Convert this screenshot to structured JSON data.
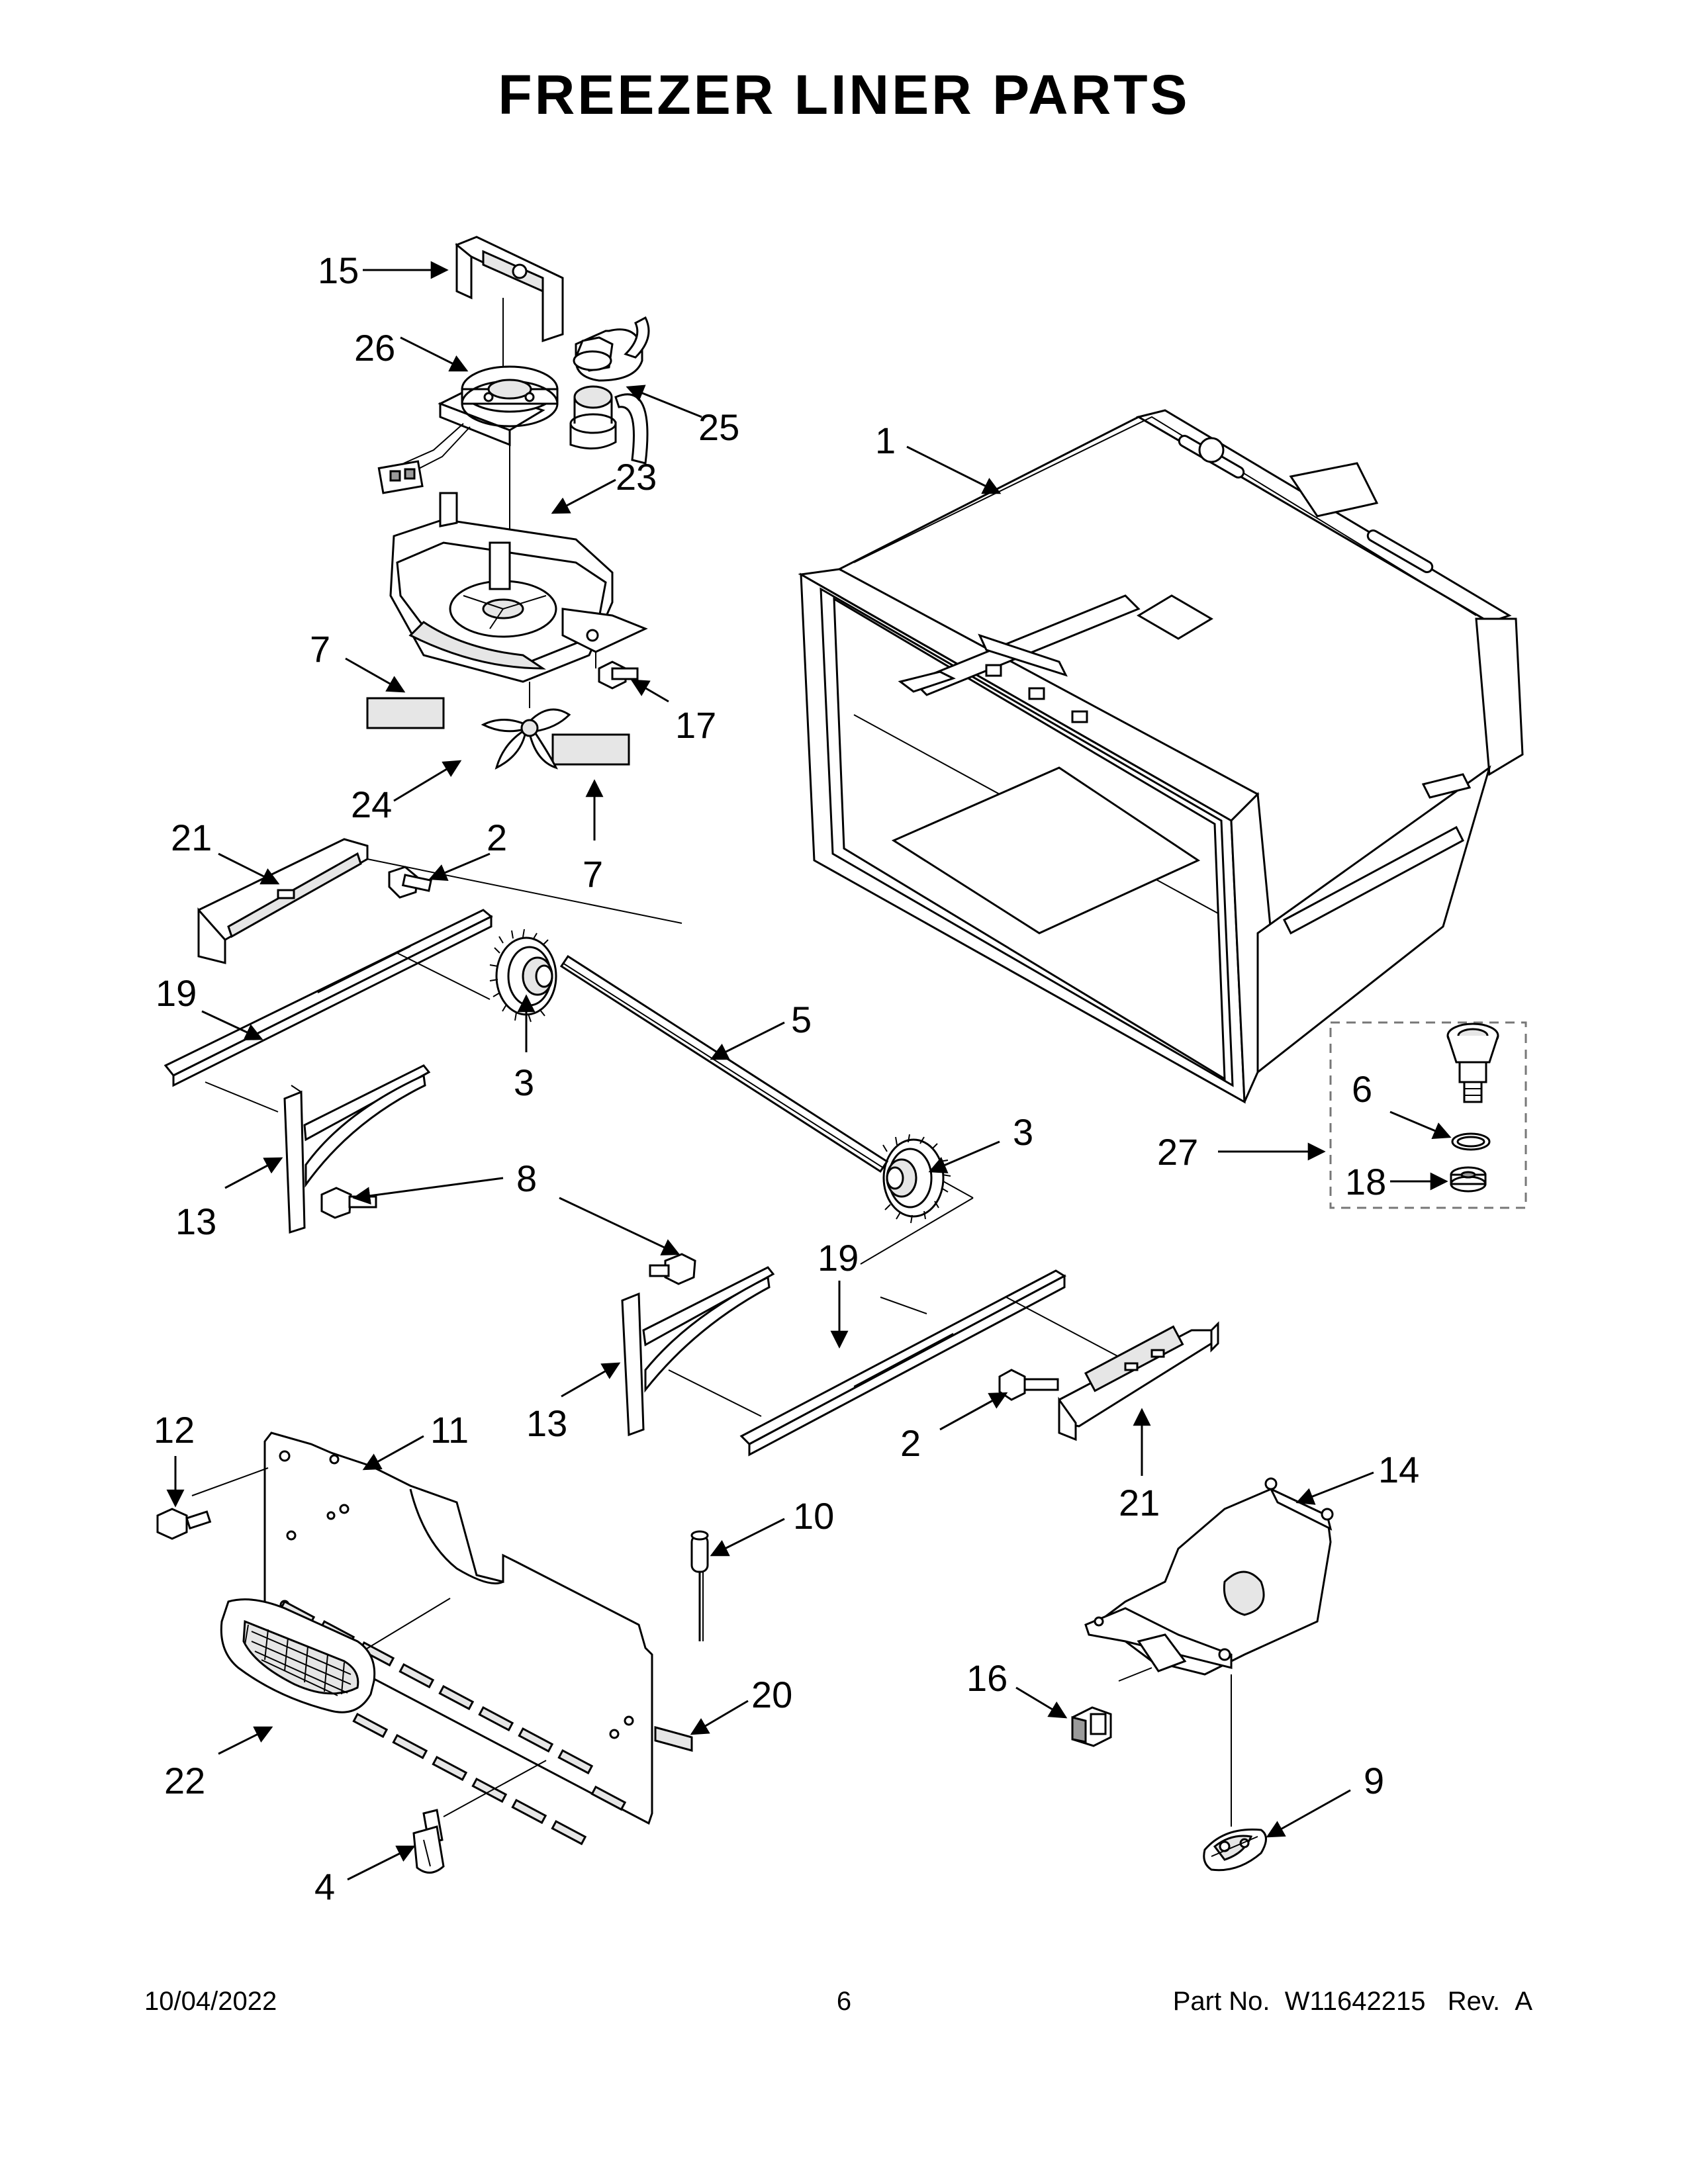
{
  "title": "FREEZER LINER PARTS",
  "callouts": {
    "c1": "1",
    "c2a": "2",
    "c2b": "2",
    "c3a": "3",
    "c3b": "3",
    "c4": "4",
    "c5": "5",
    "c6": "6",
    "c7a": "7",
    "c7b": "7",
    "c8": "8",
    "c9": "9",
    "c10": "10",
    "c11": "11",
    "c12": "12",
    "c13a": "13",
    "c13b": "13",
    "c14": "14",
    "c15": "15",
    "c16": "16",
    "c17": "17",
    "c18": "18",
    "c19a": "19",
    "c19b": "19",
    "c20": "20",
    "c21a": "21",
    "c21b": "21",
    "c22": "22",
    "c23": "23",
    "c24": "24",
    "c25": "25",
    "c26": "26",
    "c27": "27"
  },
  "footer": {
    "date": "10/04/2022",
    "page": "6",
    "part_label": "Part No.",
    "part_number": "W11642215",
    "rev_label": "Rev.",
    "rev": "A"
  }
}
